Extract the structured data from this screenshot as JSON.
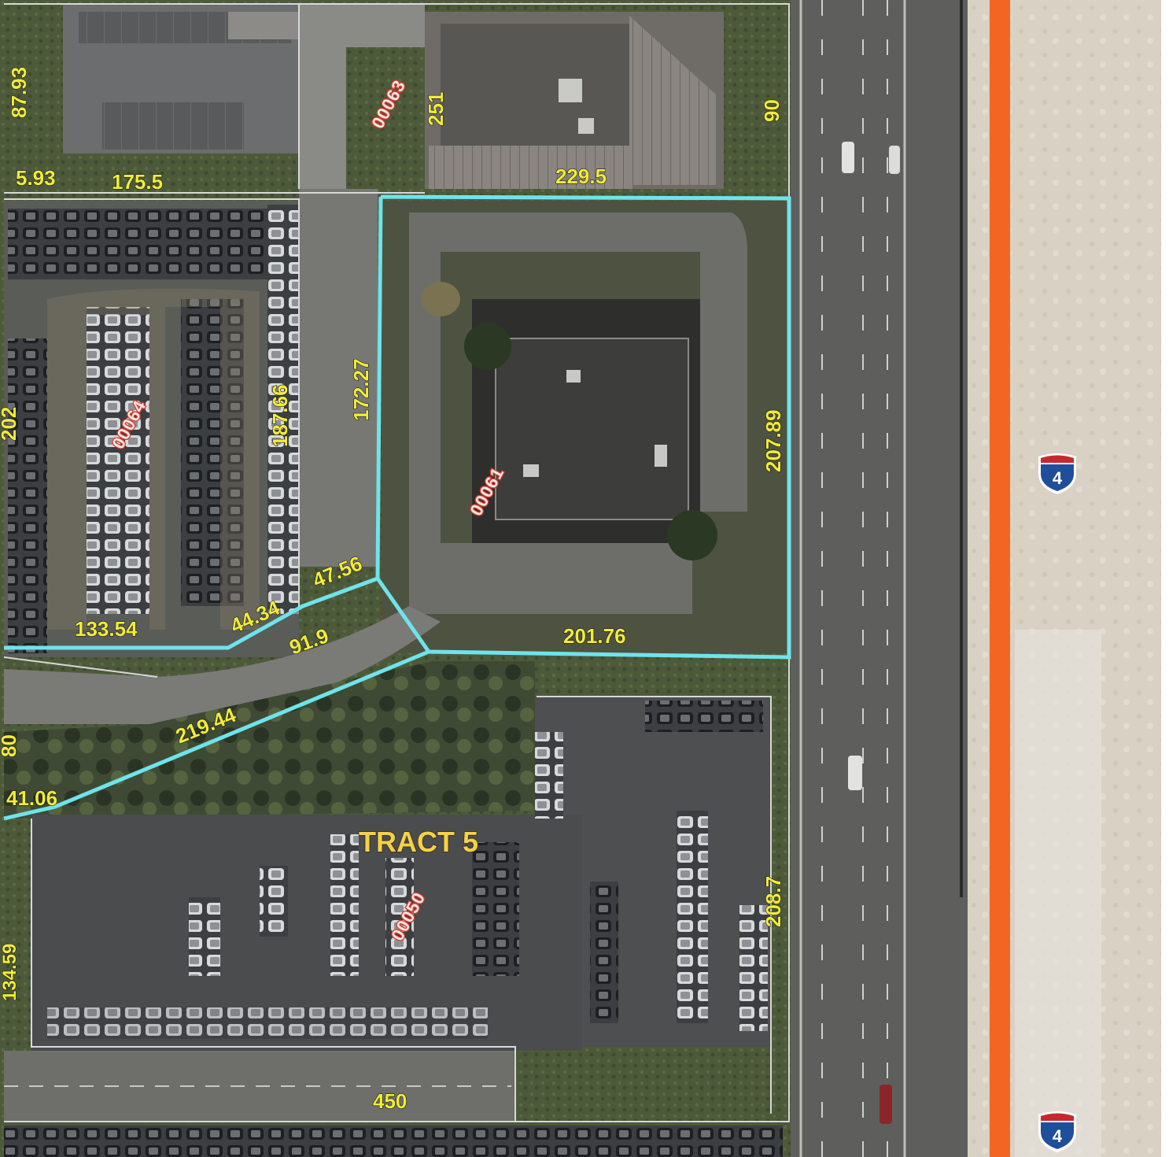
{
  "map": {
    "colors": {
      "boundary": "#6fe3ec",
      "interstate_line": "#f26522",
      "dimension_text": "#f2ec3a",
      "parcel_text": "#d9382c",
      "lot_line": "#d8d8d8"
    },
    "tract_label": "TRACT 5",
    "parcels": [
      "00063",
      "00064",
      "00061",
      "00050"
    ],
    "dimensions": [
      "87.93",
      "251",
      "90",
      "5.93",
      "175.5",
      "229.5",
      "202",
      "187.66",
      "172.27",
      "207.89",
      "47.56",
      "44.34",
      "133.54",
      "91.9",
      "201.76",
      "219.44",
      "80",
      "41.06",
      "208.7",
      "134.59",
      "450"
    ],
    "highway_shields": [
      {
        "icon": "interstate-shield-icon",
        "route": "4"
      },
      {
        "icon": "interstate-shield-icon",
        "route": "4"
      }
    ]
  }
}
